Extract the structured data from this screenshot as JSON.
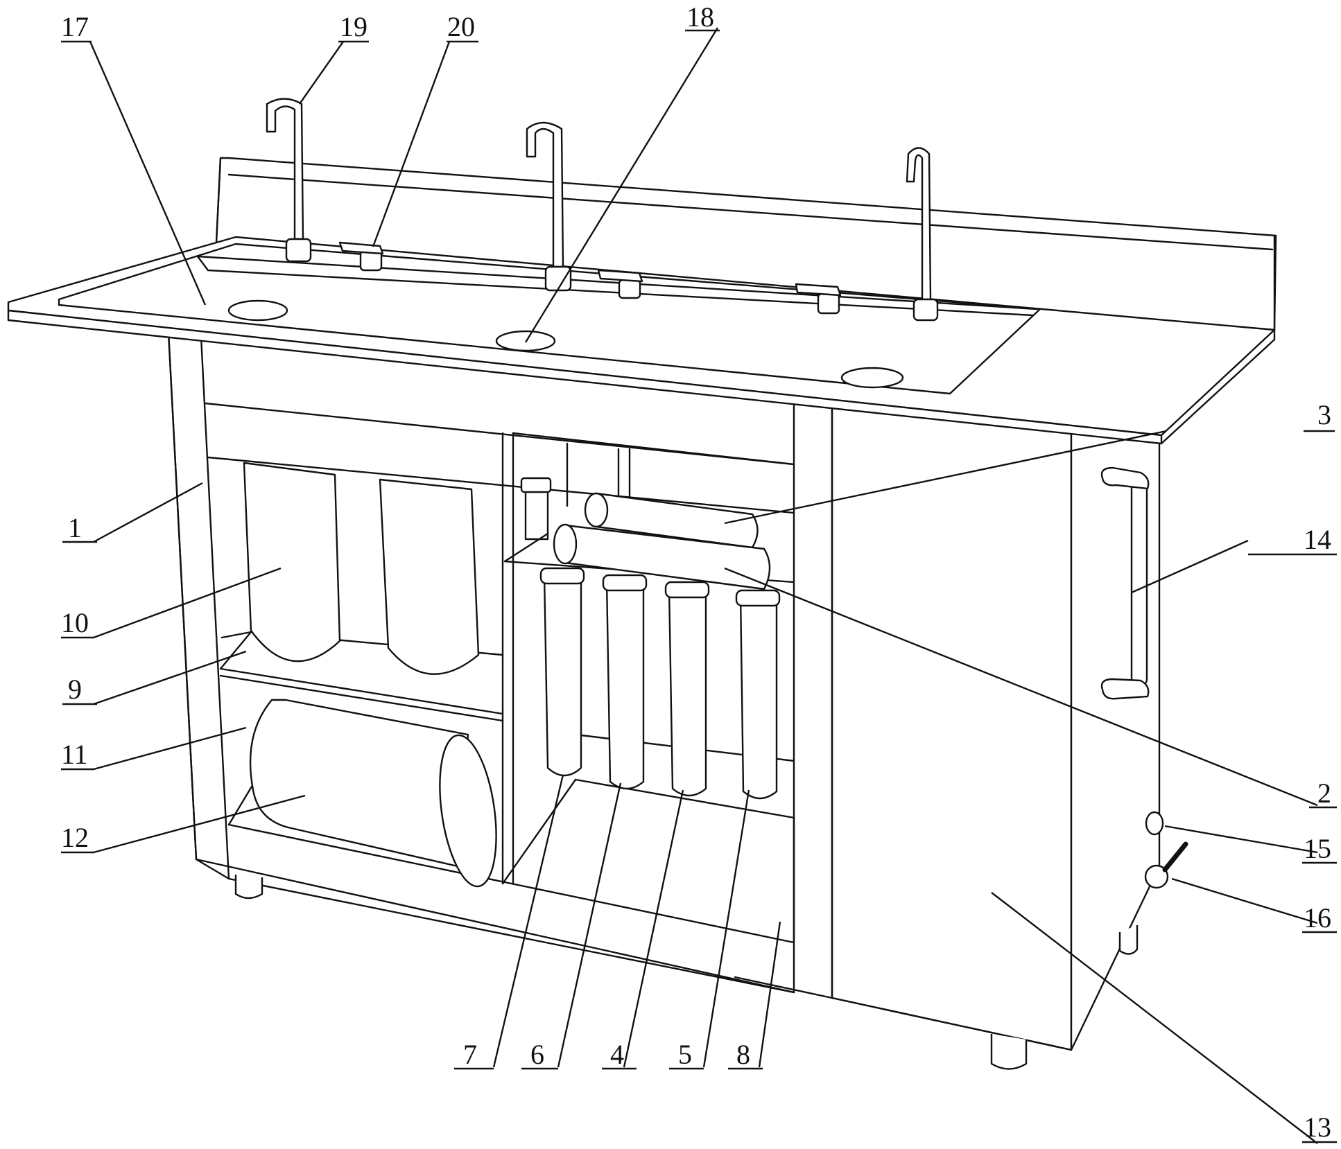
{
  "figure": {
    "labels": [
      "1",
      "2",
      "3",
      "4",
      "5",
      "6",
      "7",
      "8",
      "9",
      "10",
      "11",
      "12",
      "13",
      "14",
      "15",
      "16",
      "17",
      "18",
      "19",
      "20"
    ]
  }
}
